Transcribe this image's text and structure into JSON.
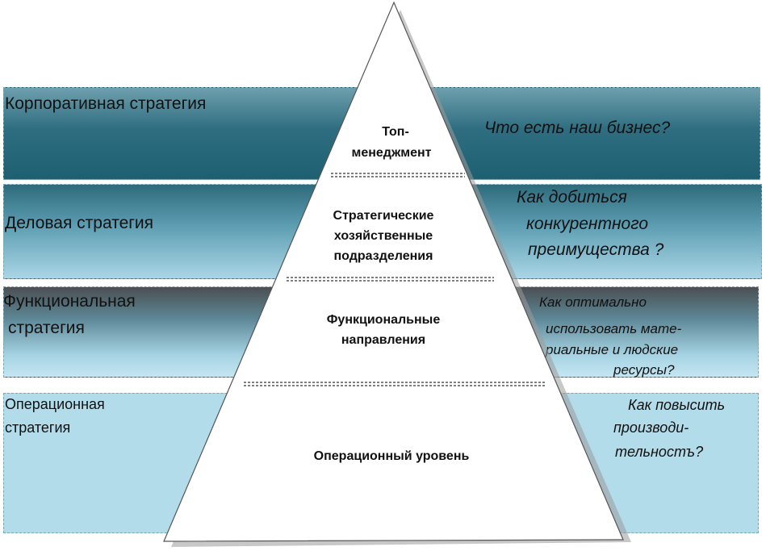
{
  "levels": [
    {
      "strategy": [
        "Корпоративная стратегия"
      ],
      "pyramid": [
        "Топ-",
        "менеджмент"
      ],
      "question": [
        "Что есть наш бизнес?"
      ]
    },
    {
      "strategy": [
        "Деловая стратегия"
      ],
      "pyramid": [
        "Стратегические",
        "хозяйственные",
        "подразделения"
      ],
      "question": [
        "Как добиться",
        "конкурентного",
        "преимущества ?"
      ]
    },
    {
      "strategy": [
        "Функциональная",
        "стратегия"
      ],
      "pyramid": [
        "Функциональные",
        "направления"
      ],
      "question": [
        "Как оптимально",
        "использовать мате-",
        "риальные и людские",
        "ресурсы?"
      ]
    },
    {
      "strategy": [
        "Операционная",
        "стратегия"
      ],
      "pyramid": [
        "Операционный уровень"
      ],
      "question": [
        "Как повысить",
        "производи-",
        "тельностъ?"
      ]
    }
  ],
  "colors": {
    "band_top": "#1e5f72",
    "band_light": "#b3dcea",
    "pyramid_fill": "#ffffff",
    "outline": "#555555"
  }
}
